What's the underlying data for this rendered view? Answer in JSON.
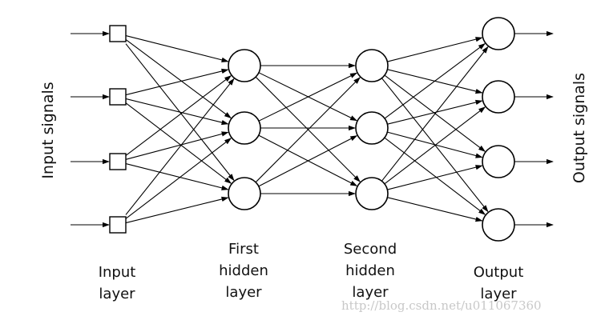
{
  "diagram": {
    "side_labels": {
      "input": "Input signals",
      "output": "Output signals"
    },
    "layers": [
      {
        "id": "input",
        "label_lines": [
          "Input",
          "layer"
        ],
        "node_count": 4,
        "node_shape": "square"
      },
      {
        "id": "hidden1",
        "label_lines": [
          "First",
          "hidden",
          "layer"
        ],
        "node_count": 3,
        "node_shape": "circle"
      },
      {
        "id": "hidden2",
        "label_lines": [
          "Second",
          "hidden",
          "layer"
        ],
        "node_count": 3,
        "node_shape": "circle"
      },
      {
        "id": "output",
        "label_lines": [
          "Output",
          "layer"
        ],
        "node_count": 4,
        "node_shape": "circle"
      }
    ],
    "connectivity": "fully-connected",
    "watermark": "http://blog.csdn.net/u011067360"
  }
}
